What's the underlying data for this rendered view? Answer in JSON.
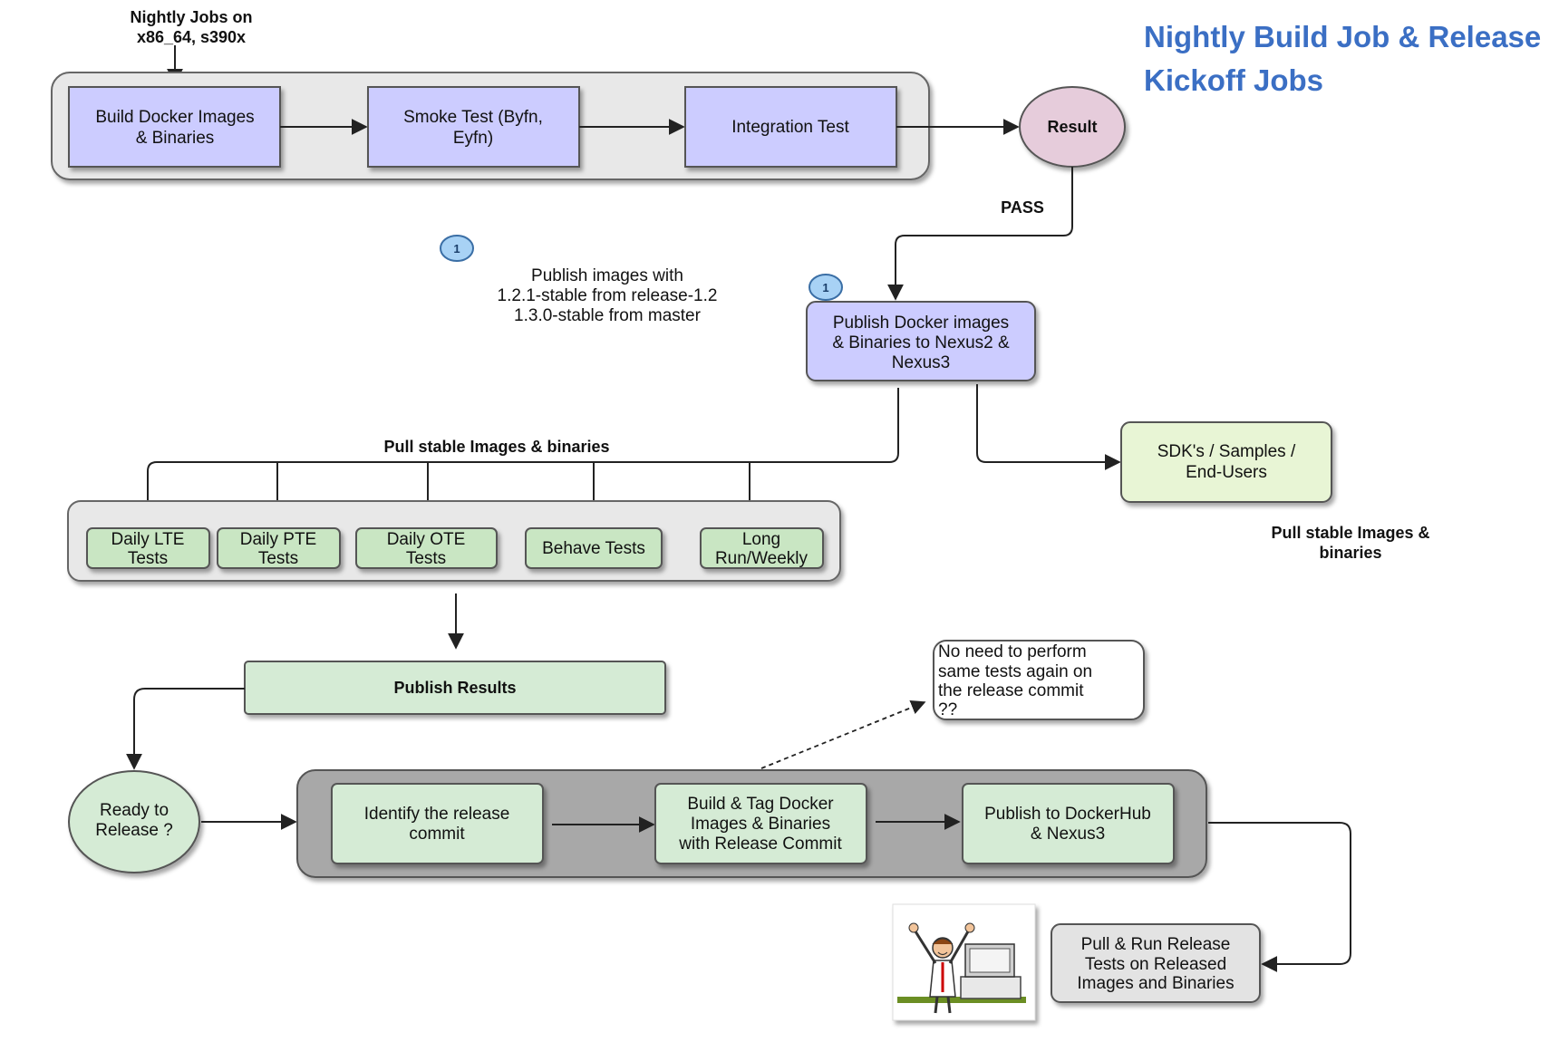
{
  "title": {
    "line1": "Nightly Build Job & Release",
    "line2": "Kickoff Jobs"
  },
  "colors": {
    "accent": "#3b6fc4",
    "purple_box": "#ccccff",
    "green_box": "#d5ebd5",
    "group_bg": "#e8e8e8",
    "release_group_bg": "#a8a8a8",
    "result_circle": "#e6ccdb",
    "marker": "#a8d2f5"
  },
  "nightly_jobs": {
    "line1": "Nightly Jobs on",
    "line2": "x86_64, s390x"
  },
  "build": {
    "line1": "Build Docker Images",
    "line2": "& Binaries"
  },
  "smoke": {
    "line1": "Smoke Test (Byfn,",
    "line2": "Eyfn)"
  },
  "integration": {
    "label": "Integration Test"
  },
  "result": {
    "label": "Result"
  },
  "pass": {
    "label": "PASS"
  },
  "marker": {
    "label": "1"
  },
  "publish_note": {
    "line1": "Publish images with",
    "line2": "1.2.1-stable from release-1.2",
    "line3": "1.3.0-stable from master"
  },
  "publish_docker": {
    "line1": "Publish Docker images",
    "line2": "& Binaries to Nexus2 &",
    "line3": "Nexus3"
  },
  "pull_stable": {
    "label": "Pull stable Images & binaries"
  },
  "sdk": {
    "line1": "SDK's / Samples /",
    "line2": "End-Users"
  },
  "pull_stable_right": {
    "line1": "Pull stable Images &",
    "line2": "binaries"
  },
  "tests": [
    {
      "line1": "Daily LTE",
      "line2": "Tests"
    },
    {
      "line1": "Daily PTE",
      "line2": "Tests"
    },
    {
      "line1": "Daily OTE",
      "line2": "Tests"
    },
    {
      "line1": "Behave Tests",
      "line2": ""
    },
    {
      "line1": "Long",
      "line2": "Run/Weekly"
    }
  ],
  "publish_results": {
    "label": "Publish Results"
  },
  "no_need": {
    "line1": "No need to perform",
    "line2": "same tests again on",
    "line3": "the release commit",
    "line4": "??"
  },
  "ready": {
    "line1": "Ready to",
    "line2": "Release ?"
  },
  "identify": {
    "line1": "Identify the release",
    "line2": "commit"
  },
  "build_tag": {
    "line1": "Build & Tag Docker",
    "line2": "Images & Binaries",
    "line3": "with Release Commit"
  },
  "publish_dockerhub": {
    "line1": "Publish to DockerHub",
    "line2": "& Nexus3"
  },
  "pull_run": {
    "line1": "Pull & Run Release",
    "line2": "Tests on Released",
    "line3": "Images and Binaries"
  }
}
